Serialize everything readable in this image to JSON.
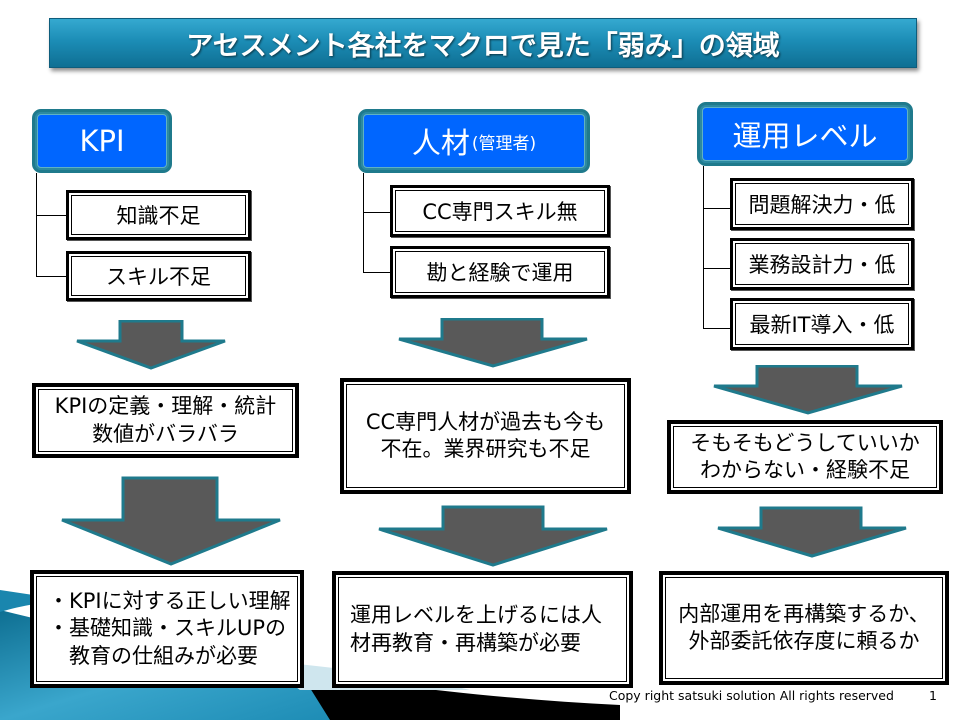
{
  "slide": {
    "title": "アセスメント各社をマクロで見た「弱み」の領域",
    "colors": {
      "title_bar": "#1c8db6",
      "header_fill": "#0066ff",
      "header_border": "#1f7a8c",
      "arrow_fill": "#595959",
      "arrow_border": "#1f7a8c"
    },
    "columns": [
      {
        "header": "KPI",
        "header_sub": "",
        "items": [
          "知識不足",
          "スキル不足"
        ],
        "finding": "KPIの定義・理解・統計\n数値がバラバラ",
        "conclusion": "・KPIに対する正しい理解\n・基礎知識・スキルUPの\n　教育の仕組みが必要"
      },
      {
        "header": "人材",
        "header_sub": "(管理者)",
        "items": [
          "CC専門スキル無",
          "勘と経験で運用"
        ],
        "finding": "CC専門人材が過去も今も\n不在。業界研究も不足",
        "conclusion": "運用レベルを上げるには人\n材再教育・再構築が必要"
      },
      {
        "header": "運用レベル",
        "header_sub": "",
        "items": [
          "問題解決力・低",
          "業務設計力・低",
          "最新IT導入・低"
        ],
        "finding": "そもそもどうしていいか\nわからない・経験不足",
        "conclusion": "内部運用を再構築するか、\n外部委託依存度に頼るか"
      }
    ],
    "footer": "Copy right satsuki solution All rights reserved",
    "page_number": "1"
  }
}
